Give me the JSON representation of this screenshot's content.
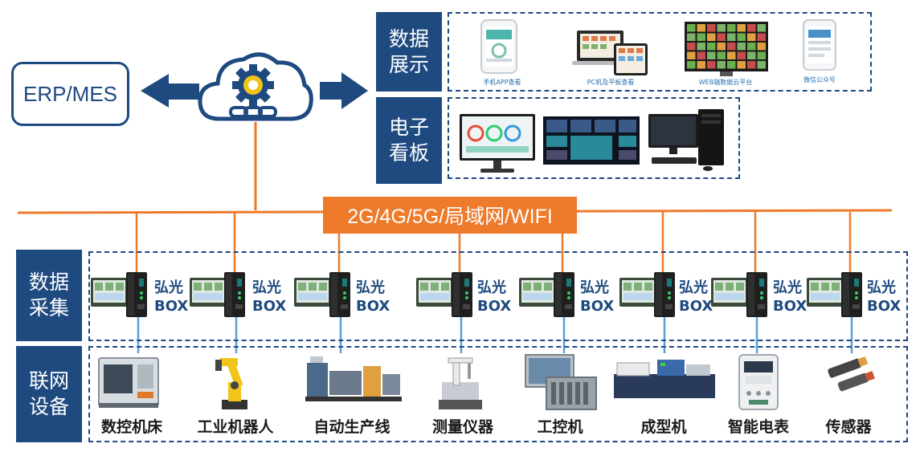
{
  "erp": {
    "label": "ERP/MES"
  },
  "sections": {
    "display": {
      "line1": "数据",
      "line2": "展示"
    },
    "board": {
      "line1": "电子",
      "line2": "看板"
    },
    "collect": {
      "line1": "数据",
      "line2": "采集"
    },
    "devices": {
      "line1": "联网",
      "line2": "设备"
    }
  },
  "network": {
    "label": "2G/4G/5G/局域网/WIFI"
  },
  "display_items": [
    {
      "caption": "手机APP查看"
    },
    {
      "caption": "PC机及平板查看"
    },
    {
      "caption": "WEB端数据云平台"
    },
    {
      "caption": "微信公众号"
    }
  ],
  "box": {
    "line1": "弘光",
    "line2": "BOX"
  },
  "devices": [
    {
      "label": "数控机床"
    },
    {
      "label": "工业机器人"
    },
    {
      "label": "自动生产线"
    },
    {
      "label": "测量仪器"
    },
    {
      "label": "工控机"
    },
    {
      "label": "成型机"
    },
    {
      "label": "智能电表"
    },
    {
      "label": "传感器"
    }
  ],
  "colors": {
    "navy": "#1e4a80",
    "orange": "#ee7a2b",
    "link_blue": "#5aa0d8"
  }
}
